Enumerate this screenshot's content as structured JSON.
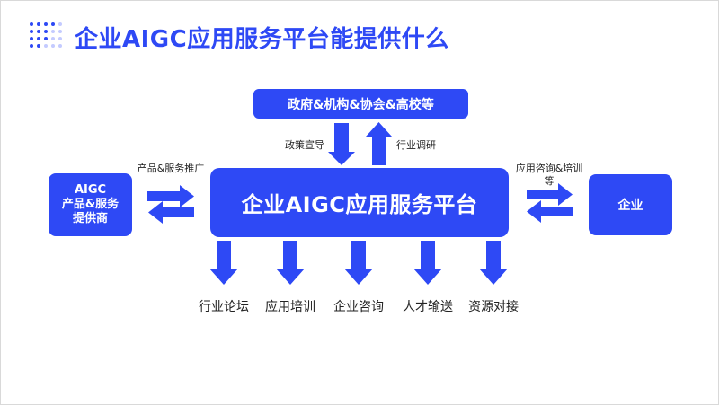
{
  "slide": {
    "title": "企业AIGC应用服务平台能提供什么"
  },
  "nodes": {
    "government": "政府&机构&协会&高校等",
    "platform": "企业AIGC应用服务平台",
    "provider": "AIGC\n产品&服务\n提供商",
    "enterprise": "企业"
  },
  "edge_labels": {
    "policy": "政策宣导",
    "research": "行业调研",
    "promotion": "产品&服务推广",
    "consulting_training": "应用咨询&培训等"
  },
  "services": [
    "行业论坛",
    "应用培训",
    "企业咨询",
    "人才输送",
    "资源对接"
  ],
  "colors": {
    "accent": "#2e49f5",
    "accent_light": "#c4cbff",
    "text": "#222222",
    "background": "#ffffff"
  }
}
